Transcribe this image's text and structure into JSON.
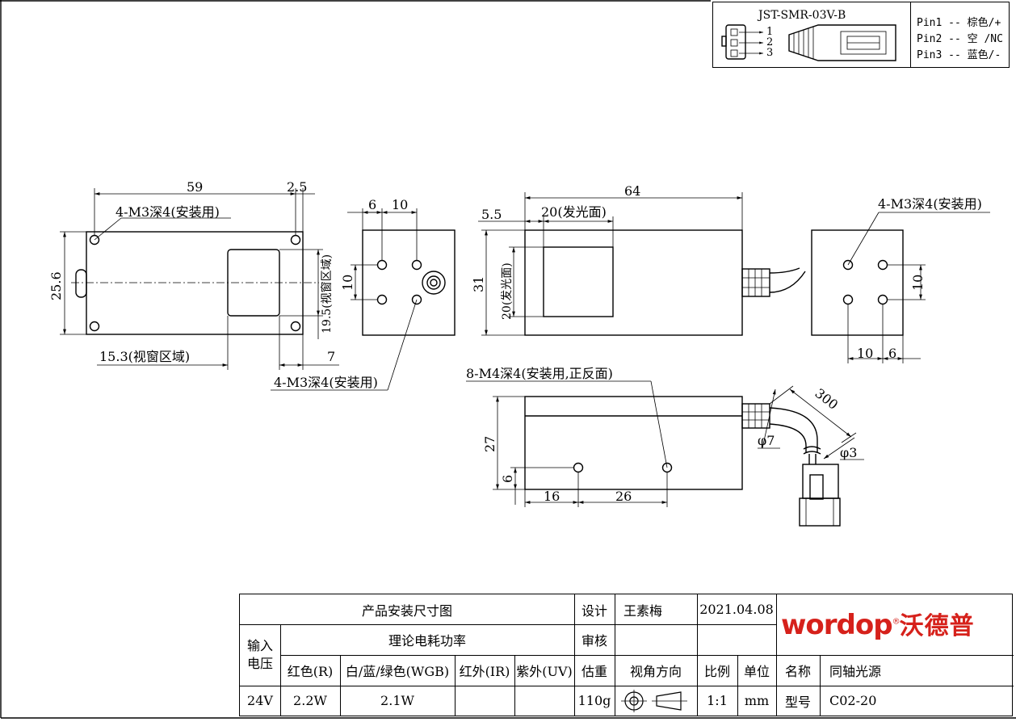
{
  "connector": {
    "model": "JST-SMR-03V-B",
    "pin_numbers": [
      "1",
      "2",
      "3"
    ],
    "pins": [
      "Pin1 -- 棕色/+",
      "Pin2 -- 空 /NC",
      "Pin3 -- 蓝色/-"
    ]
  },
  "views": {
    "top": {
      "dim_59": "59",
      "dim_2_5": "2.5",
      "dim_25_6": "25.6",
      "holes_label": "4-M3深4(安装用)",
      "window_width": "15.3(视窗区域)",
      "window_height": "19.5(视窗区域)",
      "dim_7": "7"
    },
    "end": {
      "dim_6": "6",
      "dim_10_top": "10",
      "dim_10_left": "10",
      "holes_label": "4-M3深4(安装用)"
    },
    "front": {
      "dim_64": "64",
      "dim_5_5": "5.5",
      "emit_width": "20(发光面)",
      "dim_31": "31",
      "emit_height": "20(发光面)"
    },
    "back": {
      "holes_label": "4-M3深4(安装用)",
      "dim_10_right": "10",
      "dim_10_bottom": "10",
      "dim_6": "6"
    },
    "side": {
      "holes_label": "8-M4深4(安装用,正反面)",
      "dim_27": "27",
      "dim_6": "6",
      "dim_16": "16",
      "dim_26": "26",
      "cable_length": "300",
      "cable_dia": "φ7",
      "wire_dia": "φ3"
    }
  },
  "title_block": {
    "drawing_title": "产品安装尺寸图",
    "design_label": "设计",
    "designer": "王素梅",
    "date": "2021.04.08",
    "input_voltage_label": "输入\n电压",
    "power_header": "理论电耗功率",
    "review_label": "审核",
    "col_red": "红色(R)",
    "col_wgb": "白/蓝/绿色(WGB)",
    "col_ir": "红外(IR)",
    "col_uv": "紫外(UV)",
    "weight_label": "估重",
    "view_dir_label": "视角方向",
    "scale_label": "比例",
    "unit_label": "单位",
    "name_label": "名称",
    "name_value": "同轴光源",
    "voltage": "24V",
    "power_red": "2.2W",
    "power_wgb": "2.1W",
    "power_ir": "",
    "power_uv": "",
    "weight": "110g",
    "scale": "1:1",
    "unit": "mm",
    "model_label": "型号",
    "model_value": "C02-20"
  },
  "brand": {
    "logo_text": "wordop",
    "logo_cn": "沃德普",
    "color": "#d6211b"
  }
}
